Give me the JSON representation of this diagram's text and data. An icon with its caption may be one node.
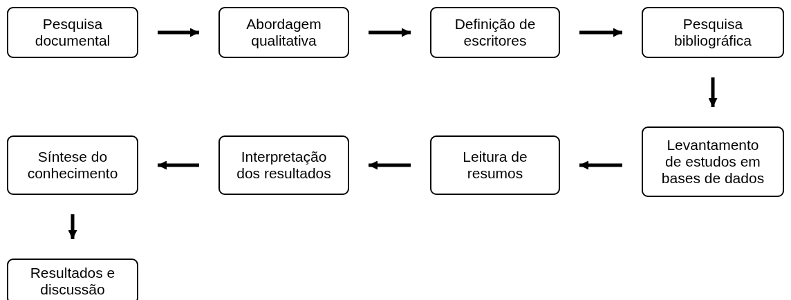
{
  "diagram": {
    "nodes": [
      {
        "text": [
          "Pesquisa documental"
        ]
      },
      {
        "text": [
          "Abordagem qualitativa"
        ]
      },
      {
        "text": [
          "Definição de escritores"
        ]
      },
      {
        "text": [
          "Pesquisa bibliográfica"
        ]
      },
      {
        "text": [
          "Levantamento de estudos em bases de dados"
        ]
      },
      {
        "text": [
          "Leitura de resumos"
        ]
      },
      {
        "text": [
          "Interpretação dos resultados"
        ]
      },
      {
        "text": [
          "Síntese do conhecimento"
        ]
      },
      {
        "text": [
          "Resultados e discussão"
        ]
      }
    ],
    "edges": [
      {
        "from": 0,
        "to": 1,
        "arrow": "to"
      },
      {
        "from": 1,
        "to": 2,
        "arrow": "to"
      },
      {
        "from": 2,
        "to": 3,
        "arrow": "to"
      },
      {
        "from": 3,
        "to": 4,
        "arrow": "to"
      },
      {
        "from": 4,
        "to": 5,
        "arrow": "to"
      },
      {
        "from": 5,
        "to": 6,
        "arrow": "to"
      },
      {
        "from": 6,
        "to": 7,
        "arrow": "to"
      },
      {
        "from": 7,
        "to": 8,
        "arrow": "to"
      }
    ]
  }
}
